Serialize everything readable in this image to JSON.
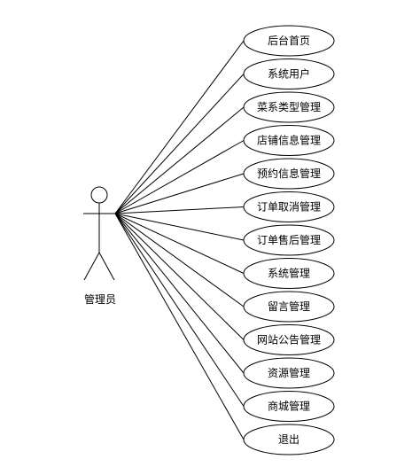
{
  "actor": {
    "label": "管理员"
  },
  "use_cases": [
    {
      "label": "后台首页"
    },
    {
      "label": "系统用户"
    },
    {
      "label": "菜系类型管理"
    },
    {
      "label": "店铺信息管理"
    },
    {
      "label": "预约信息管理"
    },
    {
      "label": "订单取消管理"
    },
    {
      "label": "订单售后管理"
    },
    {
      "label": "系统管理"
    },
    {
      "label": "留言管理"
    },
    {
      "label": "网站公告管理"
    },
    {
      "label": "资源管理"
    },
    {
      "label": "商城管理"
    },
    {
      "label": "退出"
    }
  ],
  "colors": {
    "stroke": "#000000",
    "background": "#ffffff",
    "text": "#000000"
  }
}
